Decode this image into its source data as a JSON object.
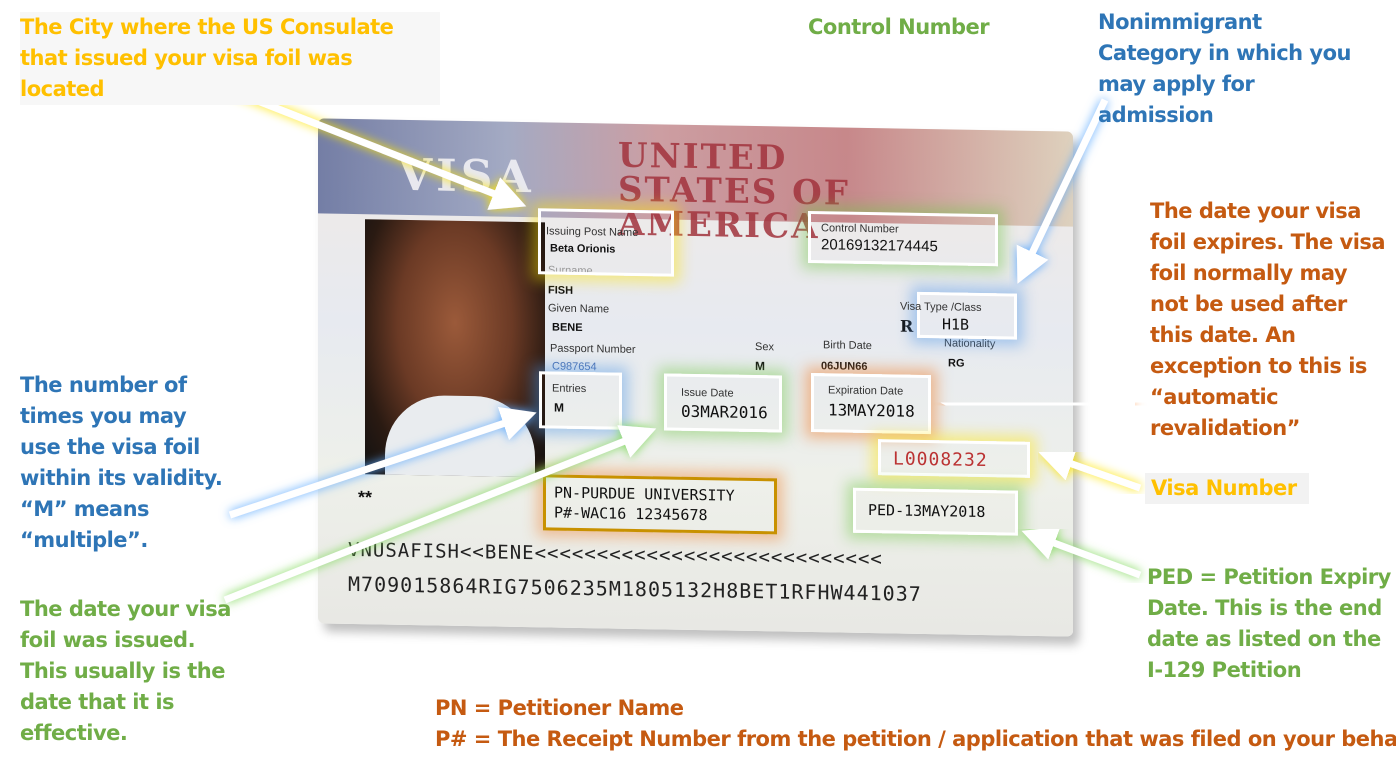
{
  "annotations": {
    "issuing_post": "The City where the US Consulate that issued your visa foil was located",
    "control_number": "Control Number",
    "category": "Nonimmigrant Category in which you may apply for admission",
    "expiration": "The date your visa foil expires. The visa foil normally may not be used after this date. An exception to this is “automatic revalidation”",
    "entries": "The number of times you may use the visa foil within its validity. “M” means “multiple”.",
    "visa_number": "Visa Number",
    "issue_date": "The date your visa foil was issued. This usually is the date that it is effective.",
    "ped": "PED = Petition Expiry Date. This is the end date as listed on the I-129 Petition",
    "pn": "PN = Petitioner Name",
    "receipt": "P# = The Receipt Number from the petition / application that was filed on your behalf"
  },
  "colors": {
    "yellow": "#ffc000",
    "green": "#70ad47",
    "blue": "#2e75b6",
    "orange": "#c55a11"
  },
  "visa": {
    "header_visa": "VISA",
    "header_country": "UNITED STATES OF AMERICA",
    "issuing_post_label": "Issuing Post Name",
    "issuing_post": "Beta Orionis",
    "surname_label": "Surname",
    "surname": "FISH",
    "given_name_label": "Given Name",
    "given_name": "BENE",
    "passport_label": "Passport Number",
    "passport": "C987654",
    "sex_label": "Sex",
    "sex": "M",
    "birth_label": "Birth Date",
    "birth": "06JUN66",
    "nationality_label": "Nationality",
    "nationality": "RG",
    "control_label": "Control Number",
    "control": "20169132174445",
    "type_label": "Visa Type /Class",
    "type_prefix": "R",
    "type": "H1B",
    "entries_label": "Entries",
    "entries": "M",
    "issue_label": "Issue Date",
    "issue": "03MAR2016",
    "exp_label": "Expiration Date",
    "exp": "13MAY2018",
    "visa_number": "L0008232",
    "annotation_pn": "PN-PURDUE UNIVERSITY",
    "annotation_receipt": "P#-WAC16 12345678",
    "ped": "PED-13MAY2018",
    "stars": "**",
    "mrz1": "VNUSAFISH<<BENE<<<<<<<<<<<<<<<<<<<<<<<<<<<<",
    "mrz2": "M709015864RIG7506235M1805132H8BET1RFHW441037"
  }
}
